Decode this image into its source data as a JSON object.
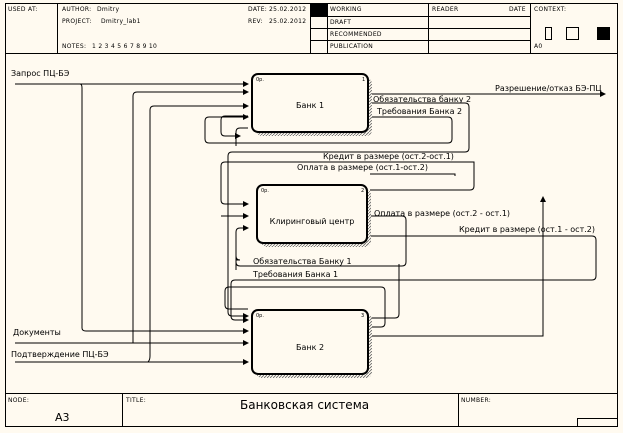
{
  "header": {
    "used_at_label": "USED AT:",
    "author_label": "AUTHOR:",
    "author": "Dmitry",
    "project_label": "PROJECT:",
    "project": "Dmitry_lab1",
    "date_label": "DATE:",
    "date": "25.02.2012",
    "rev_label": "REV:",
    "rev": "25.02.2012",
    "notes_label": "NOTES:",
    "notes": "1 2 3 4 5 6 7 8 9 10",
    "status": [
      "WORKING",
      "DRAFT",
      "RECOMMENDED",
      "PUBLICATION"
    ],
    "status_active": "WORKING",
    "reader_label": "READER",
    "reader_date_label": "DATE",
    "context_label": "CONTEXT:",
    "context_node": "A0"
  },
  "diagram": {
    "boxes": [
      {
        "name": "Банк 1",
        "number": "1",
        "cost": "0р."
      },
      {
        "name": "Клиринговый центр",
        "number": "2",
        "cost": "0р."
      },
      {
        "name": "Банк 2",
        "number": "3",
        "cost": "0р."
      }
    ],
    "arrows": {
      "request": "Запрос ПЦ-БЭ",
      "permission": "Разрешение/отказ БЭ-ПЦ",
      "obligations_bank2": "Обязательства банку 2",
      "claims_bank2": "Требования Банка 2",
      "credit_21": "Кредит в размере (ост.2-ост.1)",
      "payment_12": "Оплата в размере (ост.1-ост.2)",
      "payment_21": "Оплата в размере (ост.2 - ост.1)",
      "credit_12": "Кредит в размере (ост.1 - ост.2)",
      "obligations_bank1": "Обязательства Банку 1",
      "claims_bank1": "Требования Банка 1",
      "documents": "Документы",
      "confirmation": "Подтверждение ПЦ-БЭ"
    }
  },
  "footer": {
    "node_label": "NODE:",
    "node": "A3",
    "title_label": "TITLE:",
    "title": "Банковская система",
    "number_label": "NUMBER:"
  }
}
